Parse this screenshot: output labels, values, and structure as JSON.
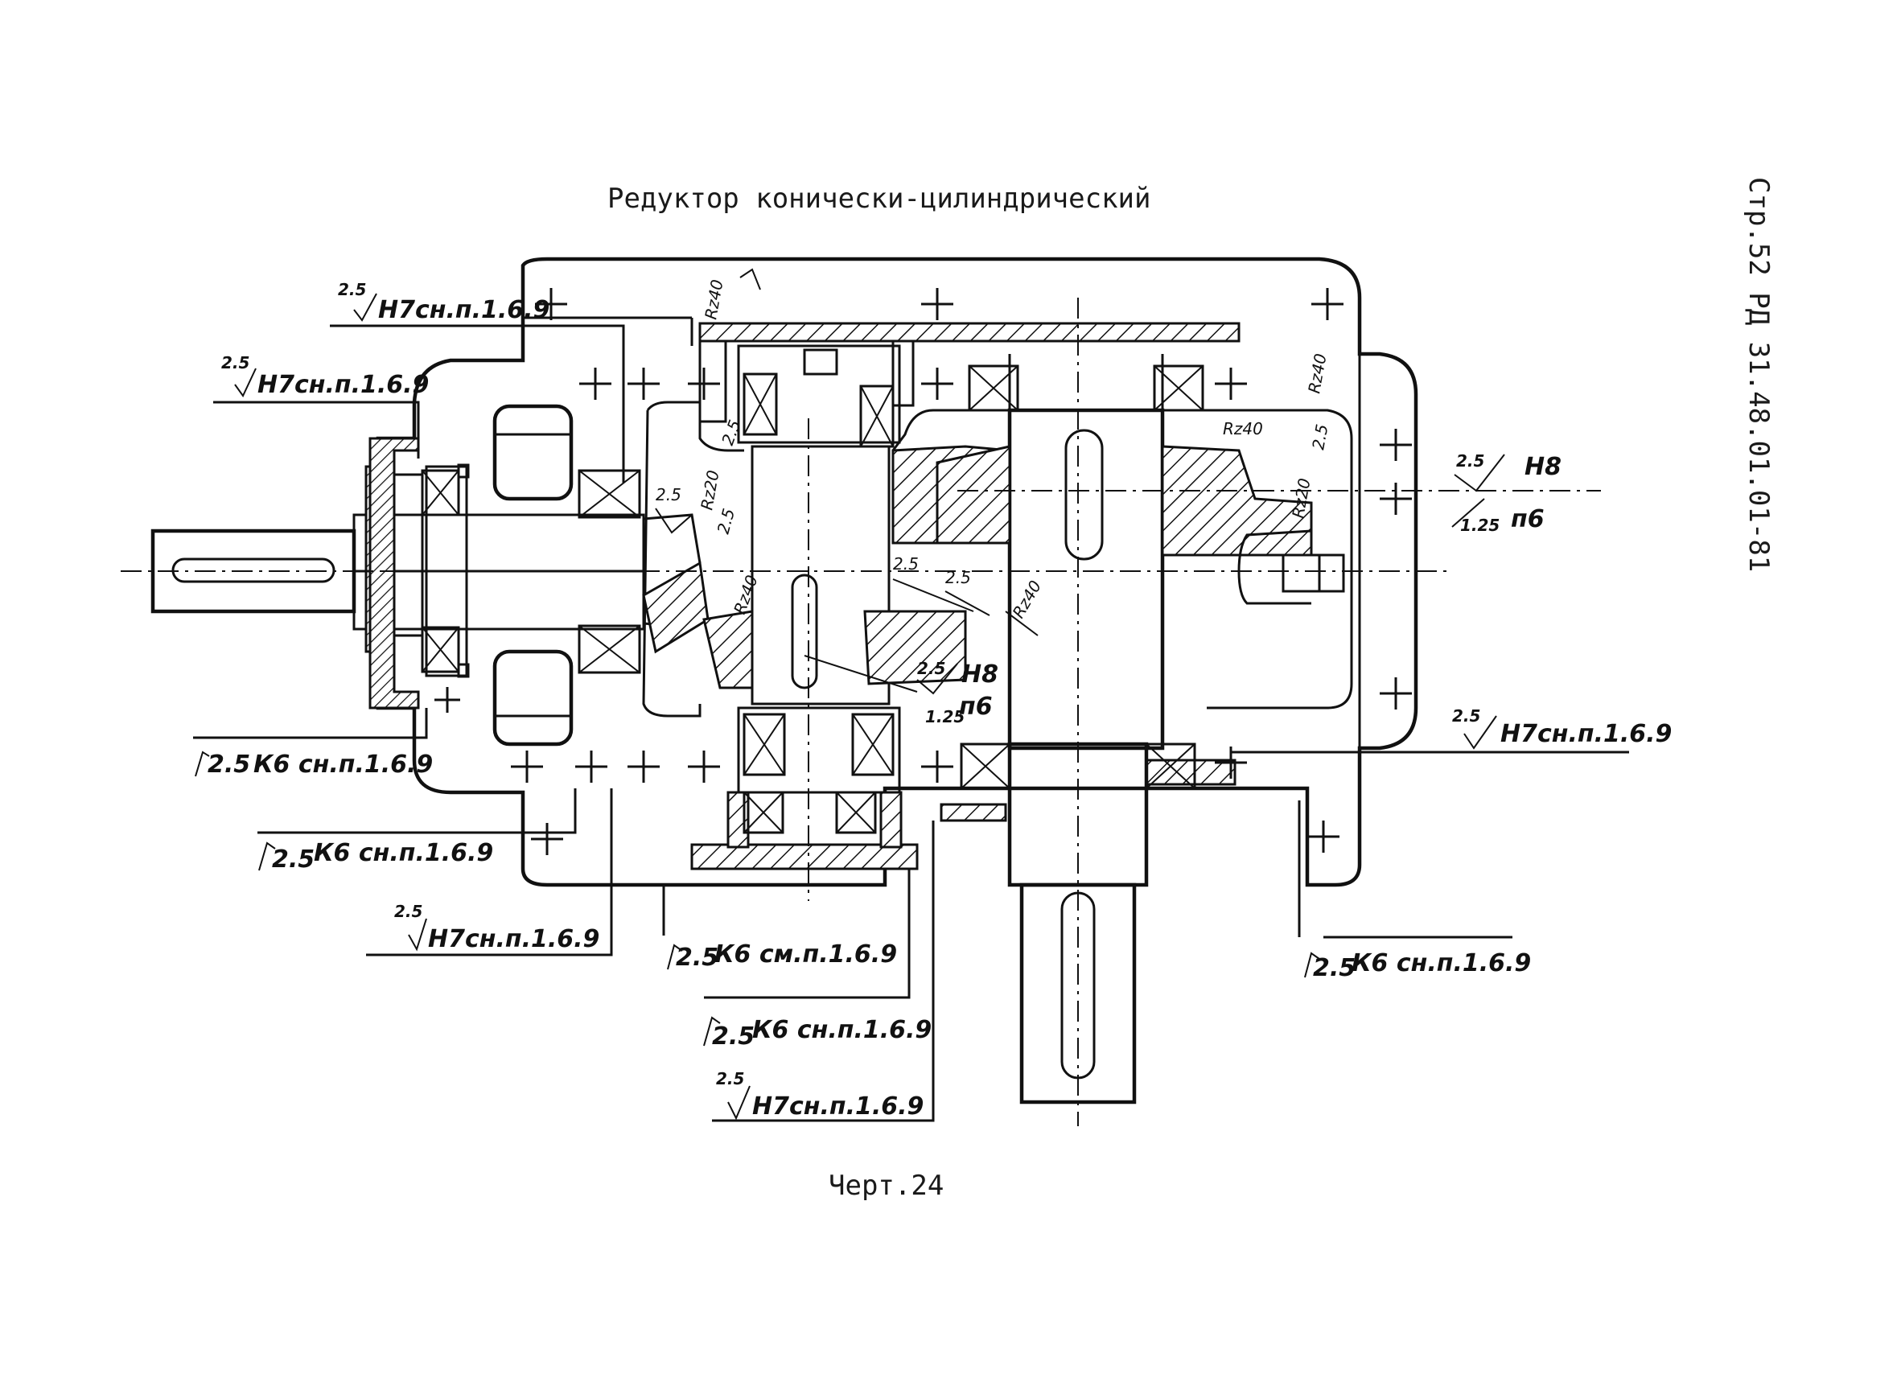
{
  "title": "Редуктор конически-цилиндрический",
  "side_code": "Стр.52 РД 31.48.01.01-81",
  "figure_caption": "Черт.24",
  "fit_notes": {
    "n1_num": "2.5",
    "n1_text": "Н7сн.п.1.6.9",
    "n2_num": "2.5",
    "n2_text": "Н7сн.п.1.6.9",
    "n3_num": "2.5",
    "n3_text": "К6 сн.п.1.6.9",
    "n4_num": "2.5",
    "n4_text": "К6 сн.п.1.6.9",
    "n5_num": "2.5",
    "n5_text": "Н7сн.п.1.6.9",
    "n6_num": "2.5",
    "n6_text": "К6 см.п.1.6.9",
    "n7_num": "2.5",
    "n7_text": "К6 сн.п.1.6.9",
    "n8_num": "2.5",
    "n8_text": "Н7сн.п.1.6.9",
    "n9_num": "2.5",
    "n9_text": "Н7сн.п.1.6.9",
    "n10_num": "2.5",
    "n10_text": "К6 сн.п.1.6.9"
  },
  "fits": {
    "right_top": "2.5",
    "right_h": "Н8",
    "right_bottom": "1.25",
    "right_n": "п6",
    "center_top": "2.5",
    "center_h": "Н8",
    "center_bottom": "1.25",
    "center_n": "п6"
  },
  "roughness": {
    "r1": "Rz40",
    "r2": "2.5",
    "r3": "Rz20",
    "r4": "2.5",
    "r5": "2.5",
    "r6": "Rz40",
    "r7": "2.5",
    "r8": "2.5",
    "r9": "Rz40",
    "r10": "Rz40",
    "r11": "2.5",
    "r12": "Rz20",
    "r13": "Rz40"
  }
}
